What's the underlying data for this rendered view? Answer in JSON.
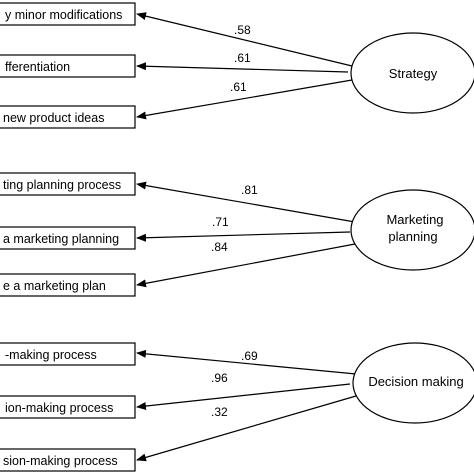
{
  "factors": [
    {
      "label_lines": [
        "Strategy"
      ],
      "indicators": [
        {
          "label": "y minor modifications",
          "loading": ".58"
        },
        {
          "label": "fferentiation",
          "loading": ".61"
        },
        {
          "label": "new product ideas",
          "loading": ".61"
        }
      ]
    },
    {
      "label_lines": [
        "Marketing",
        "planning"
      ],
      "indicators": [
        {
          "label": "ting planning process",
          "loading": ".81"
        },
        {
          "label": "a marketing planning",
          "loading": ".71"
        },
        {
          "label": "e a marketing plan",
          "loading": ".84"
        }
      ]
    },
    {
      "label_lines": [
        "Decision making"
      ],
      "indicators": [
        {
          "label": "-making process",
          "loading": ".69"
        },
        {
          "label": "ion-making process",
          "loading": ".96"
        },
        {
          "label": "sion-making process",
          "loading": ".32"
        }
      ]
    }
  ]
}
